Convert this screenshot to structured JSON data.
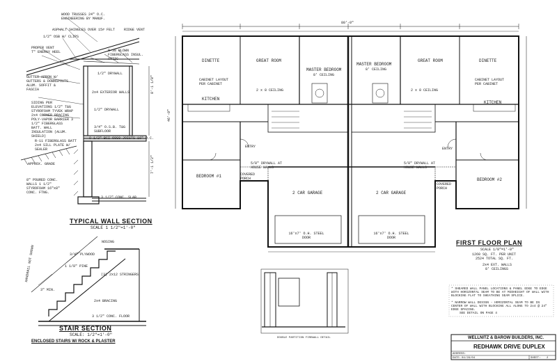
{
  "wall_section": {
    "title": "TYPICAL WALL SECTION",
    "scale": "SCALE 1 1/2\"=1'-0\"",
    "notes": [
      "WOOD TRUSSES 24\" O.C.",
      "ENGINEERING BY MANUF.",
      "ASPHALT SHINGLES OVER 15# FELT",
      "1/2\" OSB W/ CLIPS",
      "RIDGE VENT",
      "PROPER VENT",
      "T\" ENERGY HEEL",
      "R-38 BLOWN FIBERGLASS INSUL. ATTIC",
      "1/2\" DRYWALL",
      "GUTTER APRON W/ GUTTERS & DOWNSPOUTS ALUM. SOFFIT & FASCIA",
      "2x4 EXTERIOR WALLS",
      "SIDING PER ELEVATIONS 1/2\" T&G STYROFOAM TYVEK WRAP 2x4 CORNER BRACING POLY-VAPOR BARRIER 3 1/2\" FIBERGLASS BATT. WALL INSULATION (ALUM. SHIELD)",
      "1/2\" DRYWALL",
      "3/4\" O.S.B. T&G SUBFLOOR",
      "9 1/2\" BCI 60S0 JOISTS 16\" O.C.",
      "R-11 FIBERGLASS BATT 2x4 SILL PLATE W/ SEALER",
      "APPROX. GRADE",
      "8\" POURED CONC. WALLS 1 1/2\" STYROFOAM 16\"x8\" CONC. FTNG.",
      "3 1/2\" CONC. SLAB"
    ],
    "dim_height": "8'-1 1/8\"",
    "dim_foundation": "7'-1 1/2\""
  },
  "stair_section": {
    "title": "STAIR SECTION",
    "scale": "SCALE: 1/2\"=1'-0\"",
    "subtitle": "ENCLOSED STAIRS W/ ROCK & PLASTER",
    "notes": [
      "NOSING",
      "3/4\" PLYWOOD",
      "1 1/8\" PINE",
      "(3) 2x12 STRINGERS",
      "HANDRAIL NOT SHOWN",
      "3\" MIN.",
      "2x4 BRACING",
      "3 1/2\" CONC. FLOOR"
    ]
  },
  "floor_plan": {
    "title": "FIRST FLOOR PLAN",
    "scale": "SCALE 1/8\"=1'-0\"",
    "areas": [
      "1260 SQ. FT. PER UNIT",
      "2524 TOTAL SQ. FT."
    ],
    "walls": [
      "2x4 EXT. WALLS",
      "8' CEILINGS"
    ],
    "overall_width": "80'-0\"",
    "overall_depth": "46'-0\"",
    "left_unit": {
      "rooms": [
        {
          "name": "GREAT ROOM"
        },
        {
          "name": "DINETTE"
        },
        {
          "name": "KITCHEN"
        },
        {
          "name": "MASTER BEDROOM",
          "note": "8' CEILING"
        },
        {
          "name": "BEDROOM #1"
        },
        {
          "name": "COVERED PORCH"
        },
        {
          "name": "ENTRY"
        },
        {
          "name": "2 CAR GARAGE"
        }
      ],
      "garage_door": "16'x7' O.H. STEEL DOOR",
      "notes": [
        "CABINET LAYOUT PER CABINET",
        "5/8\" DRYWALL AT HOUSE WALLS",
        "2 x 8 CEILING"
      ]
    },
    "right_unit": {
      "rooms": [
        {
          "name": "MASTER BEDROOM",
          "note": "8' CEILING"
        },
        {
          "name": "GREAT ROOM"
        },
        {
          "name": "DINETTE"
        },
        {
          "name": "KITCHEN"
        },
        {
          "name": "BEDROOM #2"
        },
        {
          "name": "COVERED PORCH"
        },
        {
          "name": "ENTRY"
        },
        {
          "name": "2 CAR GARAGE"
        }
      ],
      "garage_door": "16'x7' O.H. STEEL DOOR",
      "notes": [
        "CABINET LAYOUT PER CABINET",
        "5/8\" DRYWALL AT HOUSE WALLS",
        "2 x 8 CEILING"
      ]
    }
  },
  "firewall_detail": {
    "title": "DOUBLE PARTITION FIREWALL DETAIL"
  },
  "general_notes": [
    "* SHEARED WALL PANEL LOCATIONS & PANEL EDGE TO EDGE WITH HORIZONTAL SEAM TO BE AT MIDHEIGHT OF WALL WITH BLOCKING FLAT TO SHEATHING SEAM SPLICE.",
    "* NARROW WALL DESIGN - HORIZONTAL SEAM TO BE IN CENTER OF WALL WITH BLOCKING ALL ALONG TO 2x4 @ 24\" EDGE SPACING.",
    "SEE DETAIL ON PAGE 4"
  ],
  "title_block": {
    "company": "WELLNITZ & BAROW BUILDERS, INC.",
    "project": "REDHAWK DRIVE DUPLEX",
    "address_label": "ADDRESS:",
    "date_label": "DATE:",
    "date": "04/26/04",
    "sheet_label": "SHEET:",
    "sheet": "2"
  }
}
